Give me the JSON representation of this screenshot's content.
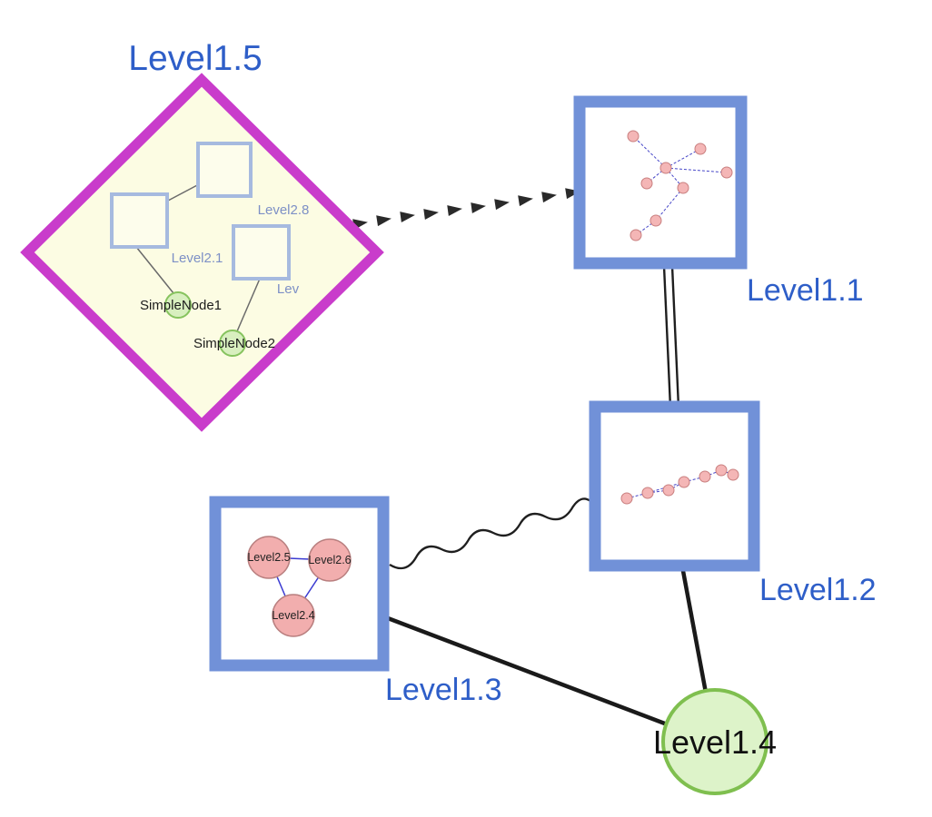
{
  "graph": {
    "group": {
      "label": "Level1.5",
      "shape": "diamond",
      "inner_squares": [
        {
          "label": "Level2.8"
        },
        {
          "label": "Level2.1"
        },
        {
          "label": "Lev"
        }
      ],
      "inner_circles": [
        {
          "label": "SimpleNode1"
        },
        {
          "label": "SimpleNode2"
        }
      ]
    },
    "top_nodes": [
      {
        "label": "Level1.1",
        "shape": "square-group"
      },
      {
        "label": "Level1.2",
        "shape": "square-group"
      },
      {
        "label": "Level1.3",
        "shape": "square-group",
        "children": [
          {
            "label": "Level2.5"
          },
          {
            "label": "Level2.6"
          },
          {
            "label": "Level2.4"
          }
        ]
      },
      {
        "label": "Level1.4",
        "shape": "circle"
      }
    ],
    "edges": [
      {
        "from": "Level1.5",
        "to": "Level1.1",
        "style": "dashed-arrow"
      },
      {
        "from": "Level1.1",
        "to": "Level1.2",
        "style": "double-line"
      },
      {
        "from": "Level1.3",
        "to": "Level1.2",
        "style": "wavy"
      },
      {
        "from": "Level1.3",
        "to": "Level1.4",
        "style": "solid"
      },
      {
        "from": "Level1.2",
        "to": "Level1.4",
        "style": "solid"
      }
    ],
    "colors": {
      "group_border": "#c93ccb",
      "group_fill": "#fcfce3",
      "node_border": "#7191d8",
      "label_blue": "#2e5ec8",
      "simple_node_fill": "#d8efbf",
      "simple_node_border": "#86c35e",
      "small_node_fill": "#f4b6b6",
      "small_node_border": "#c97f7f",
      "inner_edge": "#4646c8",
      "edge": "#1f1f1f"
    }
  }
}
